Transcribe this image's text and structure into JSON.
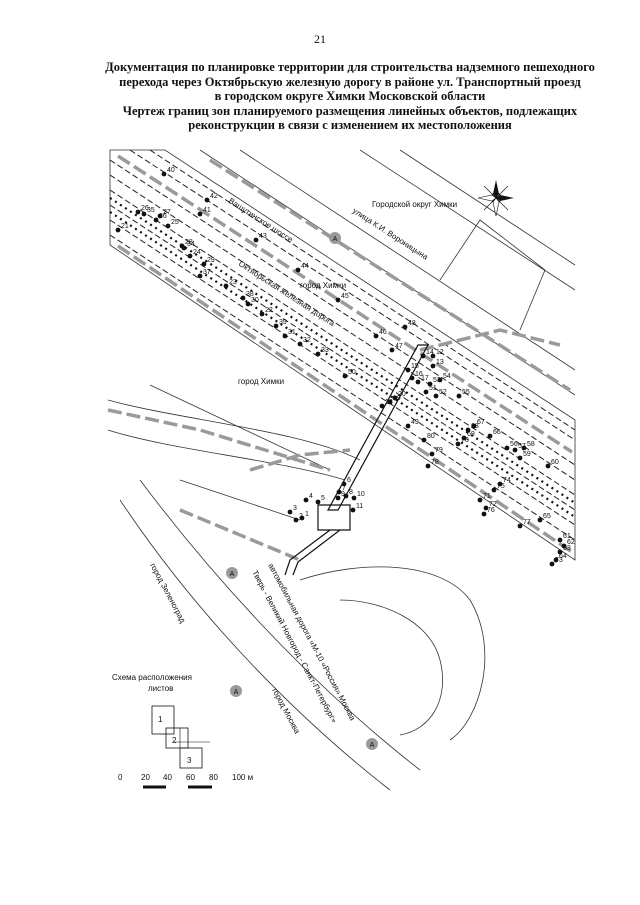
{
  "page_number": "21",
  "title_lines": [
    "Документация по планировке территории для строительства надземного пешеходного",
    "перехода через Октябрьскую железную дорогу в районе ул. Транспортный проезд",
    "в городском округе Химки Московской области",
    "Чертеж границ зон планируемого размещения линейных объектов, подлежащих",
    "реконструкции в связи с изменением их местоположения"
  ],
  "map_labels": {
    "district_label": "Городской округ Химки",
    "street": "улица К.И. Вороницына",
    "highway": "Вашутинское шоссе",
    "city_1": "город Химки",
    "railway": "Октябрьская железная дорога",
    "city_2": "город Химки",
    "motorway_1": "автомобильная дорога «М-10 «Россия» Москва",
    "motorway_2": "Тверь - Великий Новгород - Санкт-Петербург»",
    "moscow": "город Москва",
    "zelenograd": "город Зеленоград",
    "road_sign": "А"
  },
  "points": [
    "1",
    "2",
    "3",
    "4",
    "5",
    "6",
    "7",
    "8",
    "9",
    "10",
    "11",
    "12",
    "13",
    "14",
    "15",
    "16",
    "17",
    "18",
    "19",
    "20",
    "21",
    "22",
    "23",
    "24",
    "25",
    "26",
    "27",
    "28",
    "29",
    "30",
    "31",
    "32",
    "33",
    "34",
    "35",
    "36",
    "37",
    "38",
    "39",
    "40",
    "41",
    "42",
    "43",
    "44",
    "45",
    "46",
    "47",
    "48",
    "49",
    "50",
    "51",
    "52",
    "53",
    "54",
    "55",
    "56",
    "57",
    "58",
    "59",
    "60",
    "61",
    "62",
    "63",
    "64",
    "65",
    "66",
    "67",
    "68",
    "69",
    "70",
    "71",
    "72",
    "73",
    "74",
    "75",
    "76",
    "77",
    "78",
    "79",
    "80"
  ],
  "inset": {
    "title_line1": "Схема  расположения",
    "title_line2": "листов",
    "sheets": [
      "1",
      "2",
      "3"
    ]
  },
  "scale": {
    "ticks": [
      "0",
      "20",
      "40",
      "60",
      "80",
      "100 м"
    ]
  },
  "colors": {
    "boundary": "#9a9a9a",
    "line": "#222222"
  }
}
